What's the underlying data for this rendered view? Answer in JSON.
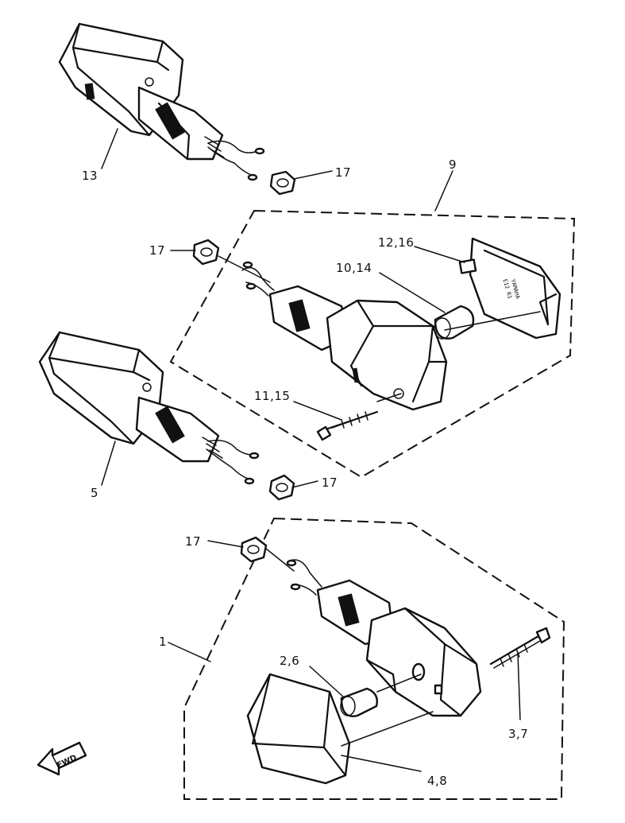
{
  "diagram": {
    "callouts": {
      "c13": "13",
      "c17a": "17",
      "c9": "9",
      "c12_16": "12,16",
      "c17b": "17",
      "c10_14": "10,14",
      "c11_15": "11,15",
      "c5": "5",
      "c17c": "17",
      "c17d": "17",
      "c1": "1",
      "c2_6": "2,6",
      "c3_7": "3,7",
      "c4_8": "4,8"
    },
    "direction_arrow": "FWD"
  }
}
